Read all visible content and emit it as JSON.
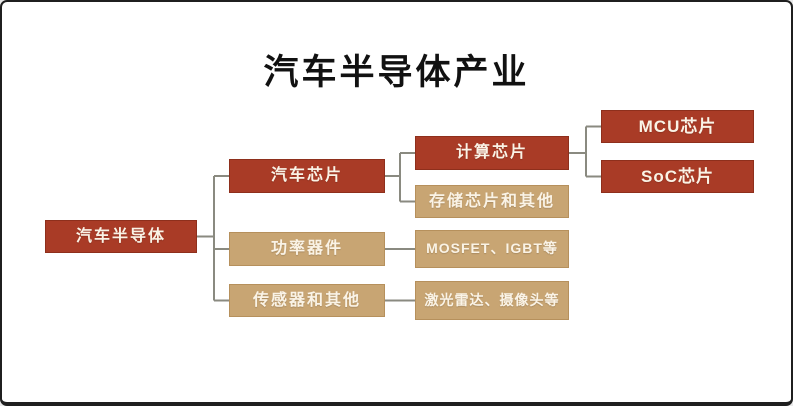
{
  "title": "汽车半导体产业",
  "colors": {
    "node_red": "#A93B26",
    "node_tan": "#C8A573",
    "node_text": "#FAF3E6",
    "connector": "#8A8A80",
    "title_text": "#111111",
    "background": "#FFFFFF",
    "frame_border": "#1F1F1F"
  },
  "nodes": {
    "root": "汽车半导体",
    "automotive_chips": "汽车芯片",
    "power_devices": "功率器件",
    "sensors_and_others": "传感器和其他",
    "computing_chips": "计算芯片",
    "memory_chips_and_others": "存储芯片和其他",
    "mosfet_igbt": "MOSFET、IGBT等",
    "lidar_camera": "激光雷达、摄像头等",
    "mcu_chip": "MCU芯片",
    "soc_chip": "SoC芯片"
  },
  "hierarchy": {
    "root": "汽车半导体",
    "children": [
      {
        "label": "汽车芯片",
        "children": [
          {
            "label": "计算芯片",
            "children": [
              {
                "label": "MCU芯片"
              },
              {
                "label": "SoC芯片"
              }
            ]
          },
          {
            "label": "存储芯片和其他"
          }
        ]
      },
      {
        "label": "功率器件",
        "children": [
          {
            "label": "MOSFET、IGBT等"
          }
        ]
      },
      {
        "label": "传感器和其他",
        "children": [
          {
            "label": "激光雷达、摄像头等"
          }
        ]
      }
    ]
  }
}
